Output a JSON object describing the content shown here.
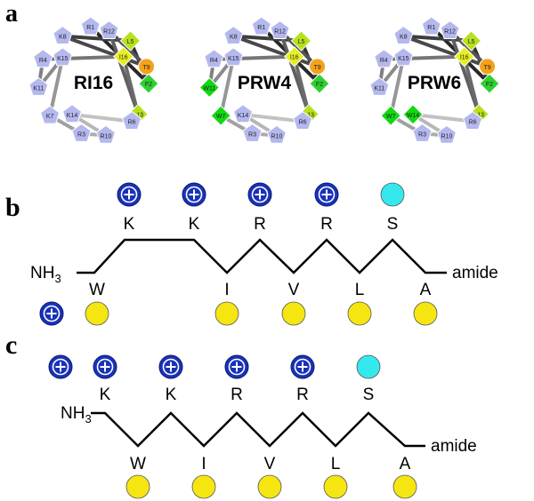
{
  "colors": {
    "hydrophilic": "#b4b8ee",
    "hydrophobic_phe": "#2ed02e",
    "hydrophobic_ile": "#e6ef22",
    "hydrophobic_leu": "#b7e11d",
    "hydrophobic_thr": "#f3a21a",
    "hydrophobic_trp": "#12d812",
    "positive_charge": "#1a32b8",
    "polar_ser": "#35e8ee",
    "nonpolar": "#f5e611"
  },
  "panels": {
    "a": "a",
    "b": "b",
    "c": "c"
  },
  "wheels": [
    {
      "name": "RI16",
      "residues": [
        "R1",
        "F2",
        "L5",
        "K8",
        "T9",
        "R12",
        "L13",
        "I16",
        "R4",
        "K11",
        "K15",
        "K7",
        "R3",
        "R10",
        "K14",
        "R6"
      ]
    },
    {
      "name": "PRW4",
      "residues": [
        "R1",
        "F2",
        "L5",
        "K8",
        "T9",
        "R12",
        "L13",
        "I16",
        "R4",
        "W11",
        "K15",
        "W7",
        "R3",
        "R10",
        "K14",
        "R6"
      ]
    },
    {
      "name": "PRW6",
      "residues": [
        "R1",
        "F2",
        "L5",
        "K8",
        "T9",
        "R12",
        "L13",
        "I16",
        "R4",
        "K11",
        "K15",
        "W7",
        "R3",
        "R10",
        "W14",
        "R6"
      ]
    }
  ],
  "chain_b": {
    "n_term": "NH",
    "n_term_sub": "3",
    "c_term": "amide",
    "top_residues": [
      "K",
      "K",
      "R",
      "R",
      "S"
    ],
    "bottom_residues": [
      "W",
      "I",
      "V",
      "L",
      "A"
    ],
    "charge_symbol": "+"
  },
  "chain_c": {
    "n_term": "NH",
    "n_term_sub": "3",
    "c_term": "amide",
    "top_residues": [
      "K",
      "K",
      "R",
      "R",
      "S"
    ],
    "bottom_residues": [
      "W",
      "I",
      "V",
      "L",
      "A"
    ],
    "charge_symbol": "+"
  }
}
